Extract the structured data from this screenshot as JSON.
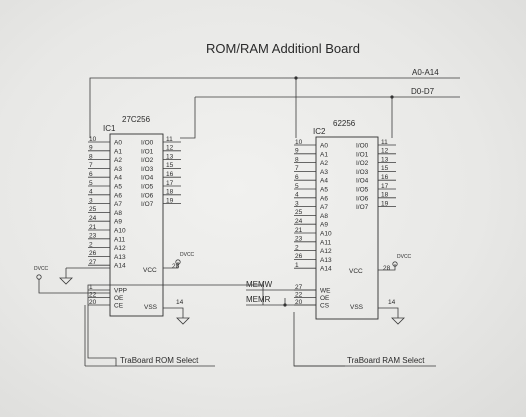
{
  "title": "ROM/RAM Additionl Board",
  "buses": {
    "address": "A0-A14",
    "data": "D0-D7"
  },
  "ic1": {
    "ref": "IC1",
    "part": "27C256",
    "addr_pins": [
      {
        "num": "10",
        "name": "A0"
      },
      {
        "num": "9",
        "name": "A1"
      },
      {
        "num": "8",
        "name": "A2"
      },
      {
        "num": "7",
        "name": "A3"
      },
      {
        "num": "6",
        "name": "A4"
      },
      {
        "num": "5",
        "name": "A5"
      },
      {
        "num": "4",
        "name": "A6"
      },
      {
        "num": "3",
        "name": "A7"
      },
      {
        "num": "25",
        "name": "A8"
      },
      {
        "num": "24",
        "name": "A9"
      },
      {
        "num": "21",
        "name": "A10"
      },
      {
        "num": "23",
        "name": "A11"
      },
      {
        "num": "2",
        "name": "A12"
      },
      {
        "num": "26",
        "name": "A13"
      },
      {
        "num": "27",
        "name": "A14"
      }
    ],
    "data_pins": [
      {
        "num": "11",
        "name": "I/O0"
      },
      {
        "num": "12",
        "name": "I/O1"
      },
      {
        "num": "13",
        "name": "I/O2"
      },
      {
        "num": "15",
        "name": "I/O3"
      },
      {
        "num": "16",
        "name": "I/O4"
      },
      {
        "num": "17",
        "name": "I/O5"
      },
      {
        "num": "18",
        "name": "I/O6"
      },
      {
        "num": "19",
        "name": "I/O7"
      }
    ],
    "ctrl_pins": [
      {
        "num": "1",
        "name": "VPP"
      },
      {
        "num": "22",
        "name": "OE"
      },
      {
        "num": "20",
        "name": "CE"
      }
    ],
    "vcc": {
      "num": "28",
      "name": "VCC"
    },
    "vss": {
      "num": "14",
      "name": "VSS"
    }
  },
  "ic2": {
    "ref": "IC2",
    "part": "62256",
    "addr_pins": [
      {
        "num": "10",
        "name": "A0"
      },
      {
        "num": "9",
        "name": "A1"
      },
      {
        "num": "8",
        "name": "A2"
      },
      {
        "num": "7",
        "name": "A3"
      },
      {
        "num": "6",
        "name": "A4"
      },
      {
        "num": "5",
        "name": "A5"
      },
      {
        "num": "4",
        "name": "A6"
      },
      {
        "num": "3",
        "name": "A7"
      },
      {
        "num": "25",
        "name": "A8"
      },
      {
        "num": "24",
        "name": "A9"
      },
      {
        "num": "21",
        "name": "A10"
      },
      {
        "num": "23",
        "name": "A11"
      },
      {
        "num": "2",
        "name": "A12"
      },
      {
        "num": "26",
        "name": "A13"
      },
      {
        "num": "1",
        "name": "A14"
      }
    ],
    "data_pins": [
      {
        "num": "11",
        "name": "I/O0"
      },
      {
        "num": "12",
        "name": "I/O1"
      },
      {
        "num": "13",
        "name": "I/O2"
      },
      {
        "num": "15",
        "name": "I/O3"
      },
      {
        "num": "16",
        "name": "I/O4"
      },
      {
        "num": "17",
        "name": "I/O5"
      },
      {
        "num": "18",
        "name": "I/O6"
      },
      {
        "num": "19",
        "name": "I/O7"
      }
    ],
    "ctrl_pins": [
      {
        "num": "27",
        "name": "WE"
      },
      {
        "num": "22",
        "name": "OE"
      },
      {
        "num": "20",
        "name": "CS"
      }
    ],
    "vcc": {
      "num": "28",
      "name": "VCC"
    },
    "vss": {
      "num": "14",
      "name": "VSS"
    }
  },
  "power_labels": {
    "dvcc": "DVCC"
  },
  "signals": {
    "memw": "MEMW",
    "memr": "MEMR"
  },
  "selects": {
    "rom": "TraBoard ROM Select",
    "ram": "TraBoard RAM Select"
  }
}
